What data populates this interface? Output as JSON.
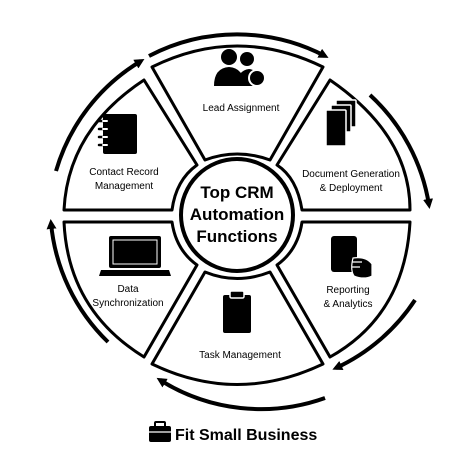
{
  "center": {
    "lines": [
      "Top CRM",
      "Automation",
      "Functions"
    ]
  },
  "segments": [
    {
      "id": "lead-assignment",
      "icon": "people-group-icon",
      "lines": [
        "Lead Assignment"
      ]
    },
    {
      "id": "document-generation",
      "icon": "documents-stack-icon",
      "lines": [
        "Document Generation",
        "& Deployment"
      ]
    },
    {
      "id": "reporting-analytics",
      "icon": "tablet-hand-icon",
      "lines": [
        "Reporting",
        "& Analytics"
      ]
    },
    {
      "id": "task-management",
      "icon": "clipboard-icon",
      "lines": [
        "Task Management"
      ]
    },
    {
      "id": "data-synchronization",
      "icon": "laptop-icon",
      "lines": [
        "Data",
        "Synchronization"
      ]
    },
    {
      "id": "contact-record-management",
      "icon": "notebook-icon",
      "lines": [
        "Contact Record",
        "Management"
      ]
    }
  ],
  "brand": {
    "name": "Fit Small Business",
    "icon": "briefcase-icon"
  },
  "colors": {
    "ink": "#000000",
    "fill": "#ffffff"
  }
}
